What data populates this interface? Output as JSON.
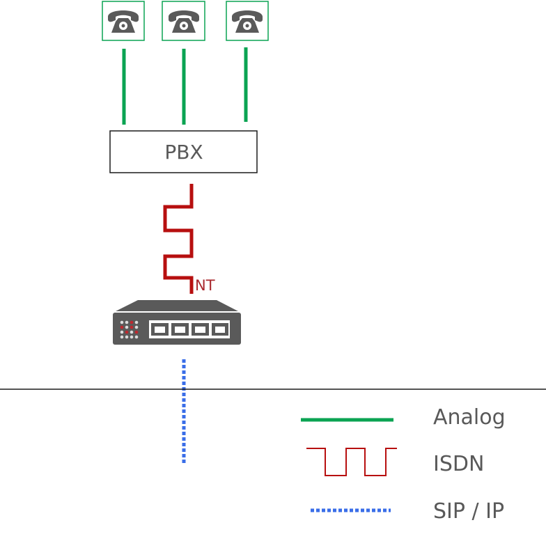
{
  "pbx": {
    "label": "PBX"
  },
  "nt_label": "NT",
  "legend": [
    {
      "kind": "analog",
      "label": "Analog"
    },
    {
      "kind": "isdn",
      "label": "ISDN"
    },
    {
      "kind": "sip",
      "label": "SIP / IP"
    }
  ],
  "colors": {
    "analog": "#0aa352",
    "isdn": "#b70f0f",
    "sip": "#3a6ee8",
    "device": "#5a5a5a",
    "nt": "#a9282e"
  },
  "icons": [
    "telephone-icon",
    "telephone-icon",
    "telephone-icon",
    "network-terminal-icon"
  ]
}
